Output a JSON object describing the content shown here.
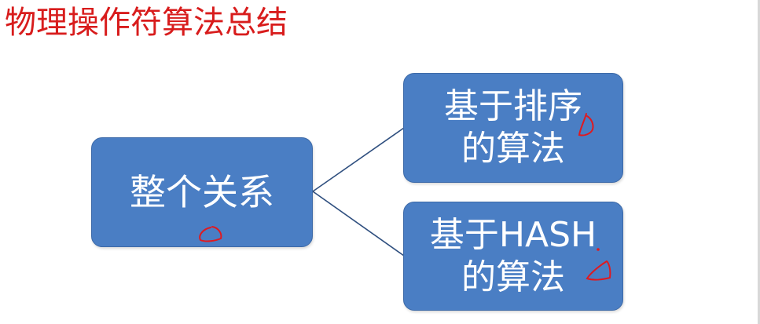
{
  "title": "物理操作符算法总结",
  "diagram": {
    "root": {
      "label": "整个关系"
    },
    "children": [
      {
        "line1": "基于排序",
        "line2": "的算法"
      },
      {
        "line1": "基于HASH",
        "line2": "的算法"
      }
    ]
  },
  "colors": {
    "title": "#d81c1c",
    "box_fill": "#4a7ec4",
    "box_text": "#ffffff",
    "connector": "#2f4f7f",
    "annotation_ink": "#e0191f"
  }
}
